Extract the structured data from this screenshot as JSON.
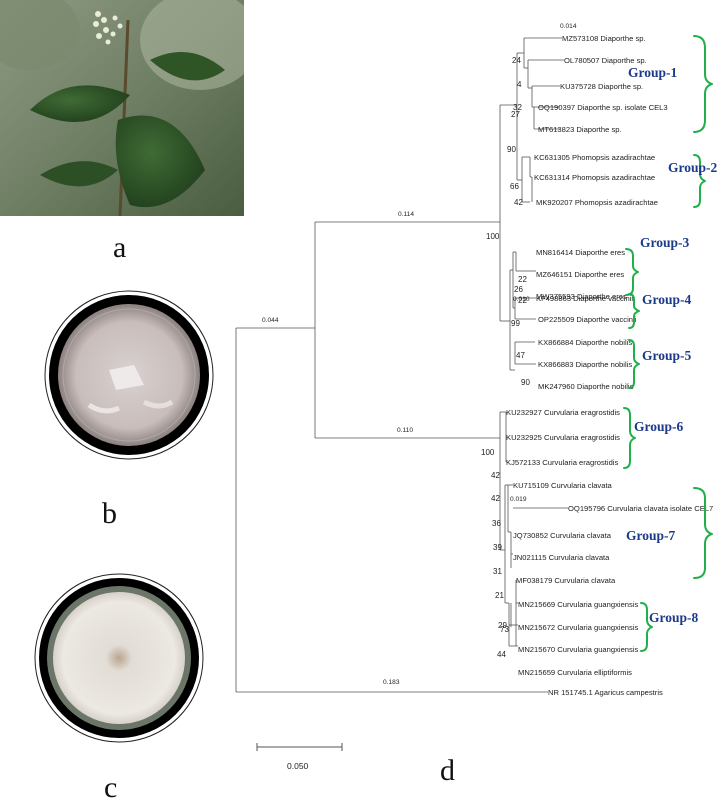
{
  "panels": {
    "a": "a",
    "b": "b",
    "c": "c",
    "d": "d"
  },
  "colors": {
    "group_label": "#1b3a8a",
    "brace": "#1fb04a",
    "branch": "#555555"
  },
  "tree": {
    "leaves": [
      "MZ573108 Diaporthe sp.",
      "OL780507 Diaporthe sp.",
      "KU375728 Diaporthe sp.",
      "OQ190397 Diaporthe sp. isolate CEL3",
      "MT613823 Diaporthe sp.",
      "KC631305 Phomopsis azadirachtae",
      "KC631314 Phomopsis azadirachtae",
      "MK920207 Phomopsis azadirachtae",
      "MN816414 Diaporthe eres",
      "MZ646151 Diaporthe eres",
      "MW375593 Diaporthe eres",
      "KF498863 Diaporthe vaccinii",
      "OP225509 Diaporthe vaccinii",
      "KX866884 Diaporthe nobilis",
      "KX866883 Diaporthe nobilis",
      "MK247960 Diaporthe nobilis",
      "KU232927 Curvularia eragrostidis",
      "KU232925 Curvularia eragrostidis",
      "KJ572133 Curvularia eragrostidis",
      "KU715109 Curvularia clavata",
      "OQ195796 Curvularia clavata isolate CEL7",
      "JQ730852 Curvularia clavata",
      "JN021115 Curvularia clavata",
      "MF038179 Curvularia clavata",
      "MN215669 Curvularia guangxiensis",
      "MN215672 Curvularia guangxiensis",
      "MN215670 Curvularia guangxiensis",
      "MN215659 Curvularia elliptiformis",
      "NR 151745.1 Agaricus campestris"
    ],
    "bootstrap": [
      "24",
      "4",
      "32",
      "27",
      "90",
      "66",
      "42",
      "100",
      "22",
      "22",
      "26",
      "99",
      "47",
      "90",
      "100",
      "42",
      "42",
      "36",
      "39",
      "31",
      "21",
      "29",
      "73",
      "44"
    ],
    "branch_lengths": [
      "0.014",
      "0.114",
      "0.044",
      "0.110",
      "0.010",
      "0.019",
      "0.183"
    ],
    "groups": [
      "Group-1",
      "Group-2",
      "Group-3",
      "Group-4",
      "Group-5",
      "Group-6",
      "Group-7",
      "Group-8"
    ],
    "scale_label": "0.050"
  }
}
